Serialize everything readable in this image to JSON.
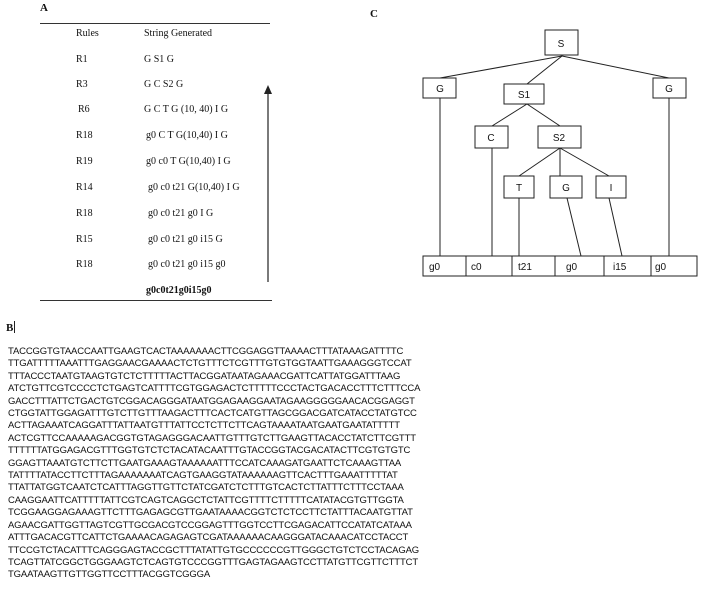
{
  "panel_a": {
    "label": "A",
    "headers": {
      "rules": "Rules",
      "strings": "String Generated"
    },
    "rows": [
      {
        "rule": "R1",
        "string": "G S1 G"
      },
      {
        "rule": "R3",
        "string": "G C S2 G"
      },
      {
        "rule": "R6",
        "string": "G C T G (10, 40) I G"
      },
      {
        "rule": "R18",
        "string": "g0 C T G(10,40) I G"
      },
      {
        "rule": "R19",
        "string": "g0 c0 T G(10,40) I G"
      },
      {
        "rule": "R14",
        "string": "g0 c0 t21 G(10,40) I G"
      },
      {
        "rule": "R18",
        "string": "g0 c0 t21 g0 I G"
      },
      {
        "rule": "R15",
        "string": "g0 c0 t21 g0 i15 G"
      },
      {
        "rule": "R18",
        "string": "g0 c0 t21 g0 i15 g0"
      }
    ],
    "final": "g0c0t21g0i15g0"
  },
  "panel_b": {
    "label": "B",
    "sequence_lines": [
      "TACCGGTGTAACCAATTGAAGTCACTAAAAAAACTTCGGAGGTTAAAACTTTATAAAGATTTTC",
      "TTGATTTTTAAATTTGAGGAACGAAAACTCTGTTTCTCGTTTGTGTGGTAATTGAAAGGGTCCAT",
      "TTTACCCTAATGTAAGTGTCTCTTTTTACTTACGGATAATAGAAACGATTCATTATGGATTTAAG",
      "ATCTGTTCGTCCCCTCTGAGTCATTTTCGTGGAGACTCTTTTTCCCTACTGACACCTTTCTTTCCA",
      "GACCTTTATTCTGACTGTCGGACAGGGATAATGGAGAAGGAATAGAAGGGGGAACACGGAGGT",
      "CTGGTATTGGAGATTTGTCTTGTTTAAGACTTTCACTCATGTTAGCGGACGATCATACCTATGTCC",
      "ACTTAGAAATCAGGATTTATTAATGTTTATTCCTCTTCTTCAGTAAAATAATGAATGAATATTTTT",
      "ACTCGTTCCAAAAAGACGGTGTAGAGGGACAATTGTTTGTCTTGAAGTTACACCTATCTTCGTTT",
      "TTTTTTATGGAGACGTTTGGTGTCTCTACATACAATTTGTACCGGTACGACATACTTCGTGTGTC",
      "GGAGTTAAATGTCTTCTTGAATGAAAGTAAAAAATTTCCATCAAAGATGAATTCTCAAAGTTAA",
      "TATTTTATACCTTCTTTAGAAAAAAATCAGTGAAGGTATAAAAAAGTTCACTTTGAAATTTTTAT",
      "TTATTATGGTCAATCTCATTTAGGTTGTTCTATCGATCTCTTTGTCACTCTTATTTCTTTCCTAAA",
      "CAAGGAATTCATTTTTATTCGTCAGTCAGGCTCTATTCGTTTTCTTTTTCATATACGTGTTGGTA",
      "TCGGAAGGAGAAAGTTCTTTGAGAGCGTTGAATAAAACGGTCTCTCCTTCTATTTACAATGTTAT",
      "AGAACGATTGGTTAGTCGTTGCGACGTCCGGAGTTTGGTCCTTCGAGACATTCCATATCATAAA",
      "ATTTGACACGTTCATTCTGAAAACAGAGAGTCGATAAAAAACAAGGGATACAAACATCCTACCT",
      "TTCCGTCTACATTTCAGGGAGTACCGCTTTATATTGTGCCCCCCGTTGGGCTGTCTCCTACAGAG",
      "TCAGTTATCGGCTGGGAAGTCTCAGTGTCCCGGTTTGAGTAGAAGTCCTTATGTTCGTTCTTTCT",
      "TGAATAAGTTGTTGGTTCCTTTACGGTCGGGA"
    ]
  },
  "panel_c": {
    "label": "C",
    "nodes": {
      "root": "S",
      "g_left": "G",
      "s1": "S1",
      "g_right": "G",
      "c": "C",
      "s2": "S2",
      "t": "T",
      "g_mid": "G",
      "i": "I"
    },
    "terminals": [
      "g0",
      "c0",
      "t21",
      "g0",
      "i15",
      "g0"
    ]
  }
}
